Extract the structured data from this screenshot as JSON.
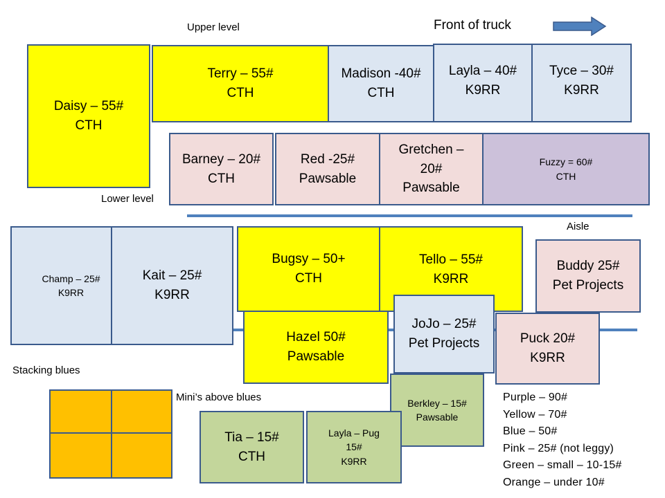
{
  "labels": {
    "upper_level": "Upper level",
    "front_of_truck": "Front of truck",
    "lower_level": "Lower level",
    "aisle": "Aisle",
    "stacking_blues": "Stacking blues",
    "minis_above_blues": "Mini’s above blues"
  },
  "dogs": {
    "daisy": {
      "line1": "Daisy – 55#",
      "line2": "CTH"
    },
    "terry": {
      "line1": "Terry – 55#",
      "line2": "CTH"
    },
    "madison": {
      "line1": "Madison -40#",
      "line2": "CTH"
    },
    "layla": {
      "line1": "Layla – 40#",
      "line2": "K9RR"
    },
    "tyce": {
      "line1": "Tyce – 30#",
      "line2": "K9RR"
    },
    "barney": {
      "line1": "Barney – 20#",
      "line2": "CTH"
    },
    "red": {
      "line1": "Red -25#",
      "line2": "Pawsable"
    },
    "gretchen": {
      "line1": "Gretchen –",
      "line2": "20#",
      "line3": "Pawsable"
    },
    "fuzzy": {
      "line1": "Fuzzy = 60#",
      "line2": "CTH"
    },
    "champ": {
      "line1": "Champ – 25#",
      "line2": "K9RR"
    },
    "kait": {
      "line1": "Kait – 25#",
      "line2": "K9RR"
    },
    "bugsy": {
      "line1": "Bugsy – 50+",
      "line2": "CTH"
    },
    "tello": {
      "line1": "Tello – 55#",
      "line2": "K9RR"
    },
    "buddy": {
      "line1": "Buddy 25#",
      "line2": "Pet Projects"
    },
    "hazel": {
      "line1": "Hazel 50#",
      "line2": "Pawsable"
    },
    "jojo": {
      "line1": "JoJo – 25#",
      "line2": "Pet Projects"
    },
    "puck": {
      "line1": "Puck 20#",
      "line2": "K9RR"
    },
    "berkley": {
      "line1": "Berkley – 15#",
      "line2": "Pawsable"
    },
    "tia": {
      "line1": "Tia – 15#",
      "line2": "CTH"
    },
    "layla_pug": {
      "line1": "Layla – Pug",
      "line2": "15#",
      "line3": "K9RR"
    }
  },
  "legend": [
    "Purple – 90#",
    "Yellow – 70#",
    "Blue – 50#",
    "Pink – 25# (not leggy)",
    "Green – small – 10-15#",
    "Orange – under 10#"
  ],
  "colors": {
    "yellow": "#ffff00",
    "blue": "#dce6f2",
    "pink": "#f2dcdb",
    "purple": "#ccc1da",
    "green": "#c3d69b",
    "orange": "#ffc000",
    "border": "#3a5a8c",
    "aisle_line": "#4f81bd"
  },
  "icons": {
    "front_arrow": "right-arrow-icon"
  }
}
